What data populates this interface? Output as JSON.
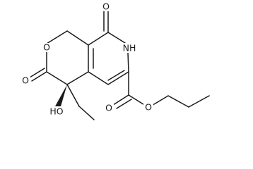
{
  "structure": {
    "atom_labels": {
      "ring_oxygen": "O",
      "lactone_carbonyl_oxygen": "O",
      "pyridone_carbonyl_oxygen": "O",
      "ring_nitrogen": "NH",
      "ester_carbonyl_oxygen": "O",
      "ester_oxygen": "O",
      "hydroxyl": "HO"
    }
  }
}
